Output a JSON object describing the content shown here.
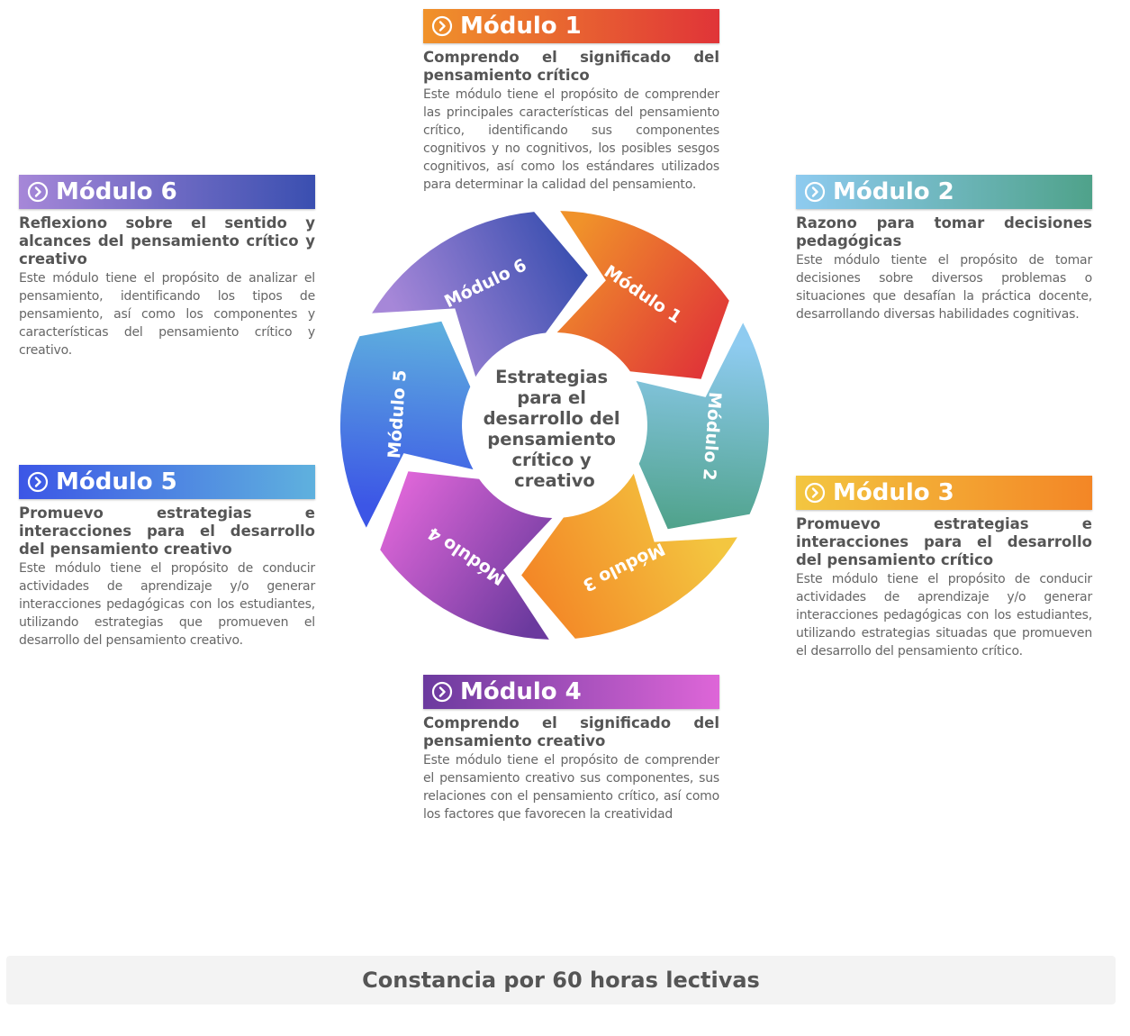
{
  "center_text": [
    "Estrategias",
    "para el",
    "desarrollo del",
    "pensamiento",
    "crítico y",
    "creativo"
  ],
  "modules": [
    {
      "title": "Módulo 1",
      "subtitle": "Comprendo el significado del pensamiento crítico",
      "description": "Este módulo tiene el propósito de comprender las principales características del pensamiento crítico, identificando sus componentes cognitivos y no cognitivos, los posibles sesgos cognitivos, así como los estándares utilizados para determinar la calidad del pensamiento.",
      "wheel_label": "Módulo 1",
      "colors": [
        "#f0922a",
        "#e03438"
      ]
    },
    {
      "title": "Módulo 2",
      "subtitle": "Razono para tomar decisiones pedagógicas",
      "description": "Este módulo tiente el propósito de tomar decisiones sobre diversos problemas o situaciones que desafían la práctica docente, desarrollando diversas habilidades cognitivas.",
      "wheel_label": "Módulo 2",
      "colors": [
        "#8ecbf0",
        "#4fa28a"
      ]
    },
    {
      "title": "Módulo 3",
      "subtitle": "Promuevo estrategias e interacciones para el desarrollo del pensamiento crítico",
      "description": "Este módulo tiene el propósito de conducir actividades de aprendizaje y/o generar interacciones pedagógicas con los estudiantes, utilizando estrategias situadas que promueven el desarrollo del pensamiento crítico.",
      "wheel_label": "Módulo 3",
      "colors": [
        "#f3c640",
        "#f38626"
      ]
    },
    {
      "title": "Módulo 4",
      "subtitle": "Comprendo el significado del pensamiento creativo",
      "description": "Este módulo tiene el propósito de comprender el pensamiento creativo sus componentes, sus relaciones con el pensamiento crítico, así como los factores que favorecen la creatividad",
      "wheel_label": "Módulo 4",
      "colors": [
        "#6b3a9e",
        "#de66d8"
      ]
    },
    {
      "title": "Módulo 5",
      "subtitle": "Promuevo estrategias e interacciones para el desarrollo del pensamiento creativo",
      "description": "Este módulo tiene el propósito de conducir actividades de aprendizaje y/o generar interacciones pedagógicas con los estudiantes, utilizando estrategias que promueven el desarrollo del pensamiento creativo.",
      "wheel_label": "Módulo 5",
      "colors": [
        "#3c56e6",
        "#5fb1de"
      ]
    },
    {
      "title": "Módulo 6",
      "subtitle": "Reflexiono sobre el sentido y alcances del pensamiento crítico y creativo",
      "description": "Este módulo tiene el propósito de analizar el pensamiento, identificando los tipos de pensamiento, así como los componentes y características del pensamiento crítico y creativo.",
      "wheel_label": "Módulo 6",
      "colors": [
        "#a687d8",
        "#3a4fb0"
      ]
    }
  ],
  "footer": "Constancia por 60 horas lectivas"
}
